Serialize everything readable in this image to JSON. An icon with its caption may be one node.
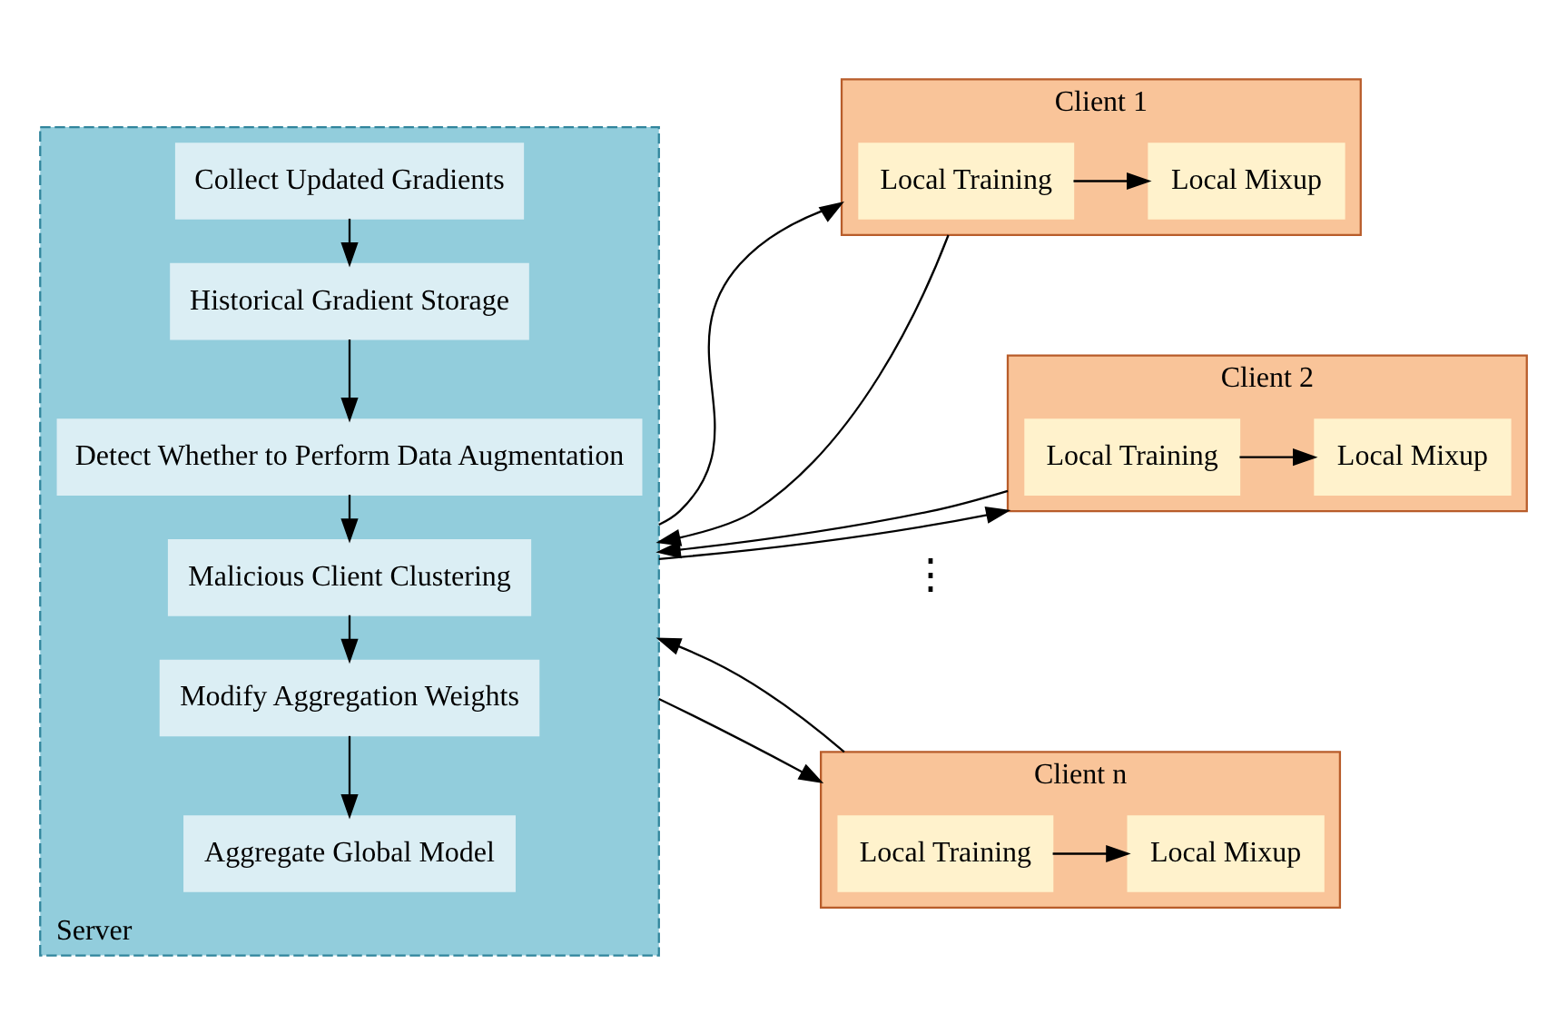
{
  "diagram": {
    "nodes": [
      {
        "text": [
          "Server"
        ]
      },
      {
        "text": [
          "Collect Updated Gradients"
        ],
        "in": 0
      },
      {
        "text": [
          "Historical Gradient Storage"
        ],
        "in": 0
      },
      {
        "text": [
          "Detect Whether to Perform Data Augmentation"
        ],
        "in": 0
      },
      {
        "text": [
          "Malicious Client Clustering"
        ],
        "in": 0
      },
      {
        "text": [
          "Modify Aggregation Weights"
        ],
        "in": 0
      },
      {
        "text": [
          "Aggregate Global Model"
        ],
        "in": 0
      },
      {
        "text": [
          "Client 1"
        ]
      },
      {
        "text": [
          "Local Training"
        ],
        "in": 7
      },
      {
        "text": [
          "Local Mixup"
        ],
        "in": 7
      },
      {
        "text": [
          "Client 2"
        ]
      },
      {
        "text": [
          "Local Training"
        ],
        "in": 10
      },
      {
        "text": [
          "Local Mixup"
        ],
        "in": 10
      },
      {
        "text": [
          "Client n"
        ]
      },
      {
        "text": [
          "Local Training"
        ],
        "in": 13
      },
      {
        "text": [
          "Local Mixup"
        ],
        "in": 13
      }
    ],
    "edges": [
      {
        "from": 1,
        "to": 2,
        "arrow": "to"
      },
      {
        "from": 2,
        "to": 3,
        "arrow": "to"
      },
      {
        "from": 3,
        "to": 4,
        "arrow": "to"
      },
      {
        "from": 4,
        "to": 5,
        "arrow": "to"
      },
      {
        "from": 5,
        "to": 6,
        "arrow": "to"
      },
      {
        "from": 0,
        "to": 7,
        "arrow": "to"
      },
      {
        "from": 7,
        "to": 0,
        "arrow": "to"
      },
      {
        "from": 8,
        "to": 9,
        "arrow": "to"
      },
      {
        "from": 0,
        "to": 10,
        "arrow": "to"
      },
      {
        "from": 10,
        "to": 0,
        "arrow": "to"
      },
      {
        "from": 11,
        "to": 12,
        "arrow": "to"
      },
      {
        "from": 0,
        "to": 13,
        "arrow": "to"
      },
      {
        "from": 13,
        "to": 0,
        "arrow": "to"
      },
      {
        "from": 14,
        "to": 15,
        "arrow": "to"
      }
    ],
    "labels": [
      "⋮"
    ]
  }
}
